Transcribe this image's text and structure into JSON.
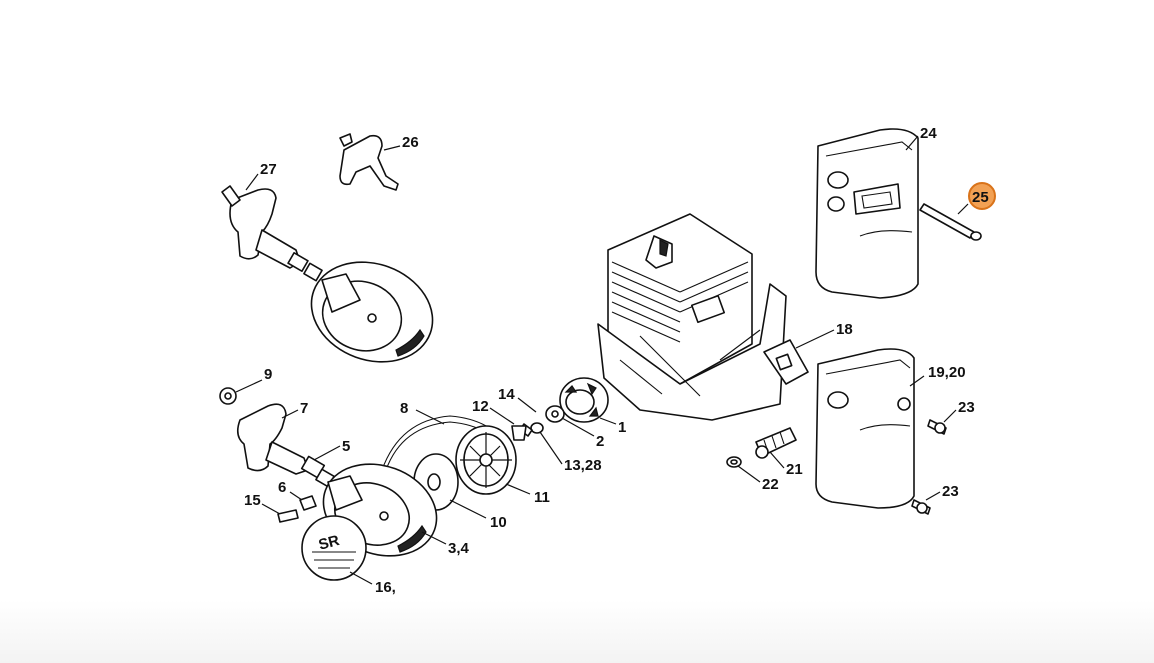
{
  "callouts": [
    {
      "id": "c27",
      "text": "27"
    },
    {
      "id": "c26",
      "text": "26"
    },
    {
      "id": "c24",
      "text": "24"
    },
    {
      "id": "c25",
      "text": "25",
      "highlighted": true
    },
    {
      "id": "c18",
      "text": "18"
    },
    {
      "id": "c1920",
      "text": "19,20"
    },
    {
      "id": "c23a",
      "text": "23"
    },
    {
      "id": "c23b",
      "text": "23"
    },
    {
      "id": "c21",
      "text": "21"
    },
    {
      "id": "c22",
      "text": "22"
    },
    {
      "id": "c9",
      "text": "9"
    },
    {
      "id": "c7",
      "text": "7"
    },
    {
      "id": "c5",
      "text": "5"
    },
    {
      "id": "c8",
      "text": "8"
    },
    {
      "id": "c12",
      "text": "12"
    },
    {
      "id": "c14",
      "text": "14"
    },
    {
      "id": "c2",
      "text": "2"
    },
    {
      "id": "c1",
      "text": "1"
    },
    {
      "id": "c1328",
      "text": "13,28"
    },
    {
      "id": "c11",
      "text": "11"
    },
    {
      "id": "c10",
      "text": "10"
    },
    {
      "id": "c6",
      "text": "6"
    },
    {
      "id": "c15",
      "text": "15"
    },
    {
      "id": "c34",
      "text": "3,4"
    },
    {
      "id": "c16",
      "text": "16,"
    }
  ],
  "logo_text": "SR",
  "colors": {
    "highlight": "#f2a154",
    "highlight_stroke": "#d9731a",
    "line": "#111111",
    "background": "#ffffff"
  }
}
